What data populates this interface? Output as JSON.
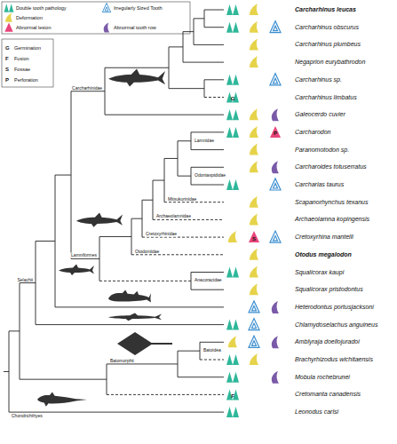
{
  "diagram": {
    "labels": [
      "Carcharhinus leucas",
      "Carcharhinus obscurus",
      "Carcharhinus plumbeus",
      "Negaprion eurybathrodon",
      "Carcharhinus sp.",
      "Carcharhinus limbatus",
      "Galeocerdo cuvier",
      "Carcharodon",
      "Paranomotodon sp.",
      "Carcharoides totuserratus",
      "Carcharias taurus",
      "Scapanorhynchus texanus",
      "Archaeolamna kopingensis",
      "Cretoxyrhina mantelli",
      "Otodus megalodon",
      "Squalicorax kaupi",
      "Squalicorax pristodontus",
      "Heterodontus portusjacksoni",
      "Chlamydoselachus anguineus",
      "Amblyraja doellojuradoi",
      "Brachyrhizodus wichitaensis",
      "Mobula rochebrunei",
      "Cretomanta canadensis",
      "Leonodus carlsi",
      "Carcharhinidae",
      "Lamnidae",
      "Odontaspididae",
      "Mitsukurinidae",
      "Archaeolamnidae",
      "Cretoxyrhinidae",
      "Otodontidae",
      "Anacoracidae",
      "Lamniformes",
      "Selachii",
      "Batoidea",
      "Batomorphii",
      "Chondrichthyes",
      "G",
      "F",
      "S",
      "P",
      "G",
      "P",
      "S",
      "F"
    ],
    "legend": [
      {
        "text": "Double tooth pathology",
        "color": "#2fb79a"
      },
      {
        "text": "Deformation",
        "color": "#e6d34a"
      },
      {
        "text": "Abnormal lesion",
        "color": "#e8457a"
      },
      {
        "text": "Irregularly Sized Tooth",
        "color": "#3b8ed0"
      },
      {
        "text": "Abnormal tooth row",
        "color": "#7a5aa8"
      },
      {
        "text": "Germination"
      },
      {
        "text": "Fusion"
      },
      {
        "text": "Fossae"
      },
      {
        "text": "Perforation"
      }
    ]
  }
}
